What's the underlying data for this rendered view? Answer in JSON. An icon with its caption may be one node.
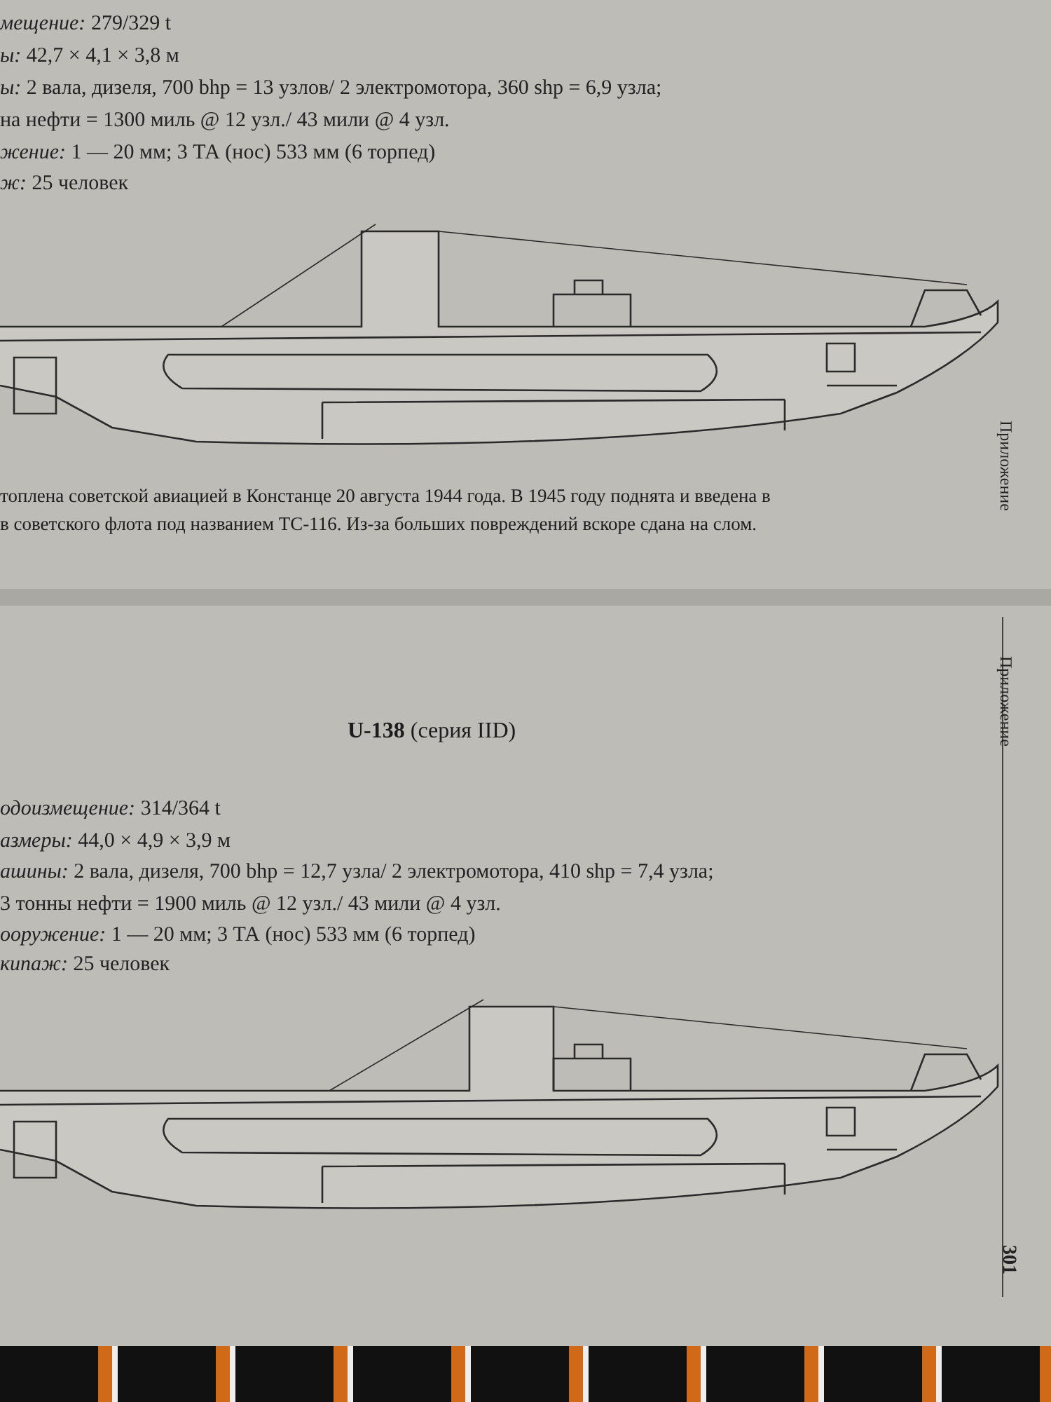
{
  "diagram": {
    "labels": [
      "*мещение:* 279/329 t",
      "*ы:* 42,7 × 4,1 × 3,8 м",
      "*ы:* 2 вала, дизеля, 700 bhp = 13 узлов/ 2 электромотора, 360 shp = 6,9 узла;",
      "на нефти = 1300 миль @ 12 узл./ 43 мили @ 4 узл.",
      "*жение:* 1 — 20 мм; 3 ТА (нос) 533 мм (6 торпед)",
      "*ж:* 25 человек",
      "топлена советской авиацией в Констанце 20 августа 1944 года. В 1945 году поднята и введена в",
      "в советского флота под названием ТС-116. Из-за больших повреждений вскоре сдана на слом.",
      "Приложение",
      "Приложение",
      "**U-138** (серия IID)",
      "*одоизмещение:* 314/364 t",
      "*азмеры:* 44,0 × 4,9 × 3,9 м",
      "*ашины:* 2 вала, дизеля, 700 bhp = 12,7 узла/ 2 электромотора, 410 shp = 7,4 узла;",
      "3 тонны нефти = 1900 миль @ 12 узл./ 43 мили @ 4 узл.",
      "*ооружение:* 1 — 20 мм; 3 ТА (нос) 533 мм (6 торпед)",
      "*кипаж:* 25 человек",
      "301"
    ]
  }
}
